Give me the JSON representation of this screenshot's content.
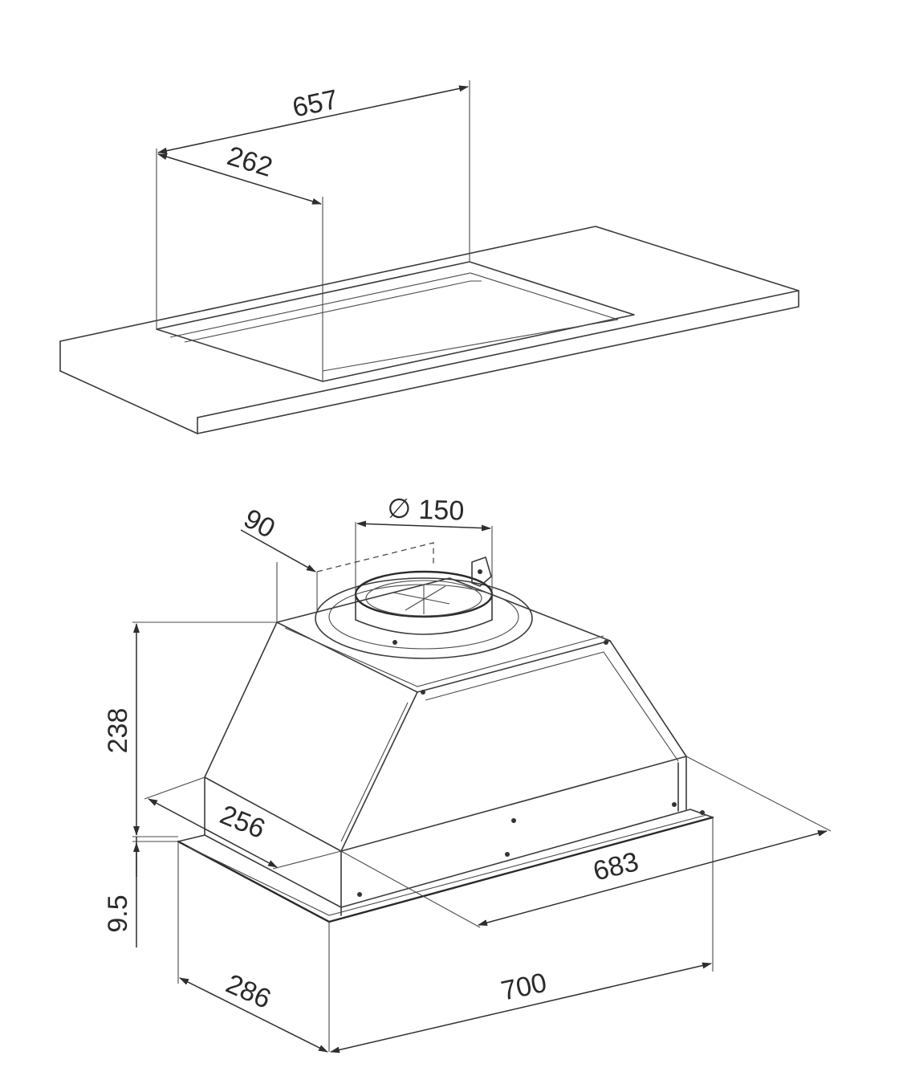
{
  "dimensions": {
    "cutout_length": "657",
    "cutout_depth": "262",
    "outlet_offset": "90",
    "outlet_diameter": "∅ 150",
    "body_height": "238",
    "body_depth": "256",
    "panel_thickness": "9.5",
    "body_length": "683",
    "panel_depth": "286",
    "panel_length": "700"
  },
  "colors": {
    "line": "#3a3a3a",
    "background": "#ffffff"
  }
}
